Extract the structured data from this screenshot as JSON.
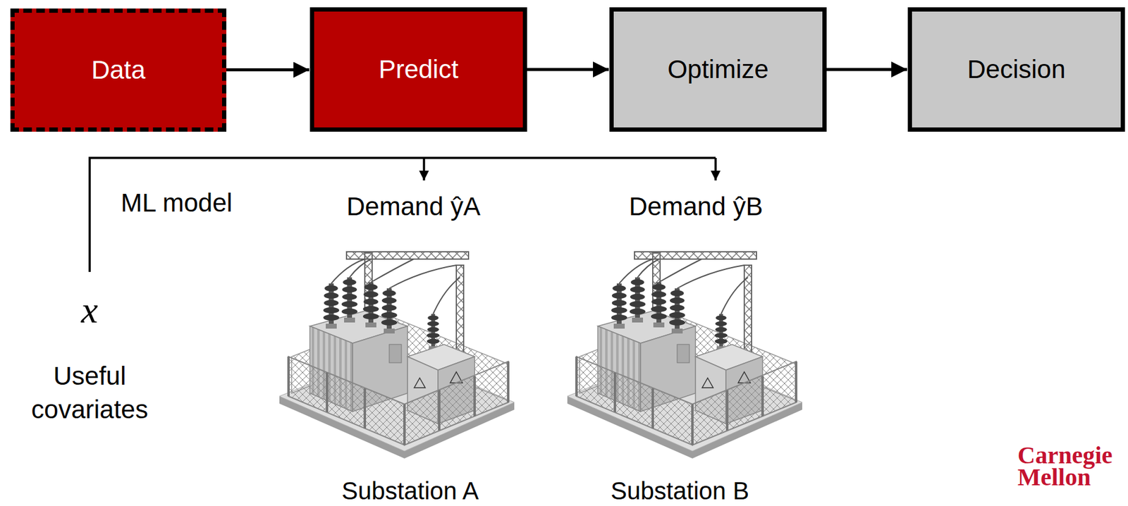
{
  "diagram": {
    "nodes": [
      {
        "text": [
          "Data"
        ]
      },
      {
        "text": [
          "Predict"
        ]
      },
      {
        "text": [
          "Optimize"
        ]
      },
      {
        "text": [
          "Decision"
        ]
      }
    ],
    "edges": [
      {
        "from": 0,
        "to": 1,
        "arrow": "to"
      },
      {
        "from": 1,
        "to": 2,
        "arrow": "to"
      },
      {
        "from": 2,
        "to": 3,
        "arrow": "to"
      }
    ],
    "labels": [
      "ML model",
      "Demand ŷA",
      "Demand ŷB",
      "x",
      "Useful covariates",
      "Substation A",
      "Substation B",
      "Carnegie Mellon"
    ]
  }
}
